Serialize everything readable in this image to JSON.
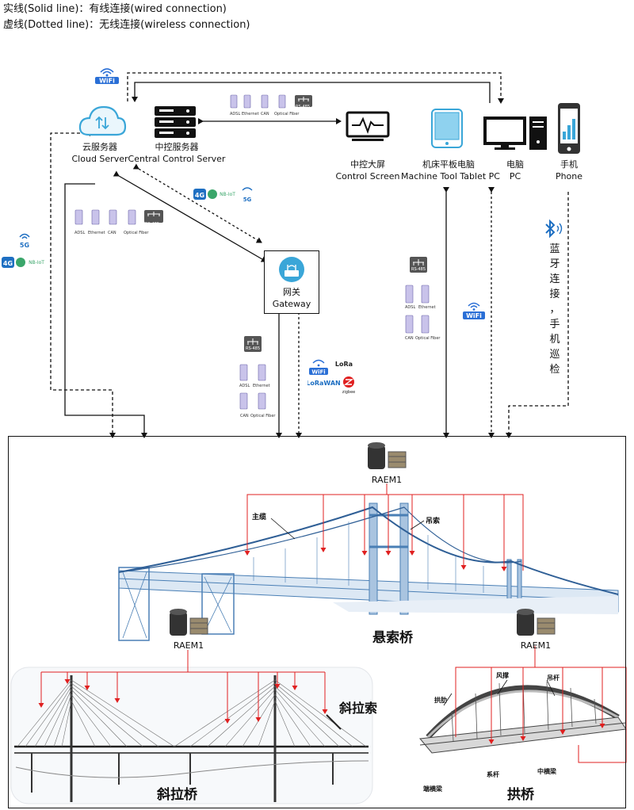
{
  "legend": {
    "solid": "实线(Solid line)：有线连接(wired connection)",
    "dotted": "虚线(Dotted line)：无线连接(wireless connection)"
  },
  "nodes": {
    "cloud_cn": "云服务器",
    "cloud_en": "Cloud Server",
    "central_cn": "中控服务器",
    "central_en": "Central Control Server",
    "screen_cn": "中控大屏",
    "screen_en": "Control Screen",
    "tablet_cn": "机床平板电脑",
    "tablet_en": "Machine Tool Tablet PC",
    "pc_cn": "电脑",
    "pc_en": "PC",
    "phone_cn": "手机",
    "phone_en": "Phone",
    "gateway_cn": "网关",
    "gateway_en": "Gateway"
  },
  "protocols": {
    "adsl": "ADSL",
    "ethernet": "Ethernet",
    "can": "CAN",
    "optical": "Optical Fiber",
    "rs485": "RS-485",
    "wifi": "WiFi",
    "g4": "4G",
    "g5": "5G",
    "nbiot": "NB-IoT",
    "lora": "LoRa",
    "lorawan": "LoRaWAN",
    "zigbee": "zigbee"
  },
  "bluetooth_text": [
    "蓝",
    "牙",
    "连",
    "接",
    "，",
    "手",
    "机",
    "巡",
    "检"
  ],
  "bridges": {
    "suspension": "悬索桥",
    "cable_stayed": "斜拉桥",
    "arch": "拱桥",
    "sensor": "RAEM1",
    "main_cable": "主缆",
    "hanger": "吊索",
    "stay_cable": "斜拉索",
    "arch_rib": "拱肋",
    "wind_brace": "风撑",
    "suspender": "吊杆",
    "tie_bar": "系杆",
    "mid_beam": "中横梁",
    "end_beam": "端横梁"
  },
  "colors": {
    "wire": "#111111",
    "signal": "#e02020",
    "cloud": "#3aa6d8",
    "bridge": "#4a7fb5"
  }
}
